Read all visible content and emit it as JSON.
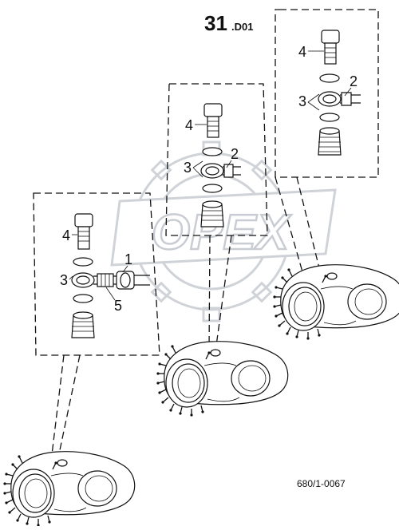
{
  "header": {
    "number": "31",
    "suffix": ".D01"
  },
  "watermark": {
    "text": "OPEX",
    "color": "#cfd3d8"
  },
  "callouts": {
    "top_right": {
      "bolt": "4",
      "pipe": "2",
      "banjo": "3"
    },
    "middle": {
      "bolt": "4",
      "pipe": "2",
      "banjo": "3"
    },
    "left": {
      "bolt": "4",
      "pipe": "1",
      "banjo": "3",
      "fitting": "5"
    }
  },
  "drawing_number": "680/1-0067",
  "colors": {
    "ink": "#111111",
    "background": "#ffffff"
  }
}
